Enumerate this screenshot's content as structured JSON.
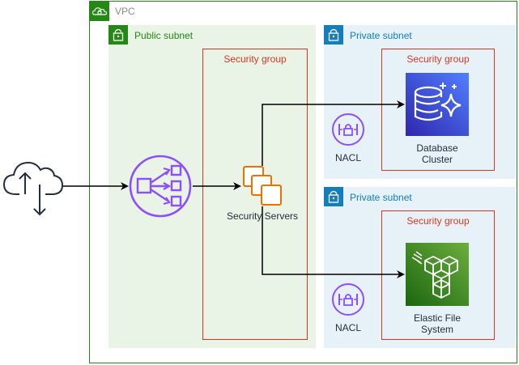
{
  "vpc": {
    "label": "VPC",
    "icon": "cloud-lock-icon",
    "color": "#248814"
  },
  "public_subnet": {
    "label": "Public subnet",
    "icon": "lock-icon",
    "color": "#248814"
  },
  "private_subnet_top": {
    "label": "Private subnet",
    "icon": "lock-icon",
    "color": "#147eba"
  },
  "private_subnet_bottom": {
    "label": "Private subnet",
    "icon": "lock-icon",
    "color": "#147eba"
  },
  "security_group_public": {
    "label": "Security group"
  },
  "security_group_db": {
    "label": "Security group"
  },
  "security_group_efs": {
    "label": "Security group"
  },
  "internet": {
    "icon": "cloud-upload-download-icon"
  },
  "load_balancer": {
    "icon": "network-load-balancer-icon",
    "color": "#8c4fff"
  },
  "security_servers": {
    "label": "Security Servers",
    "icon": "ec2-instances-icon",
    "color": "#ed7100"
  },
  "nacl_top": {
    "label": "NACL",
    "icon": "nacl-icon",
    "color": "#8c4fff"
  },
  "nacl_bottom": {
    "label": "NACL",
    "icon": "nacl-icon",
    "color": "#8c4fff"
  },
  "database": {
    "label_line1": "Database",
    "label_line2": "Cluster",
    "icon": "aurora-database-icon",
    "color": "#3b48cc"
  },
  "efs": {
    "label_line1": "Elastic File",
    "label_line2": "System",
    "icon": "efs-icon",
    "color": "#3f8624"
  }
}
